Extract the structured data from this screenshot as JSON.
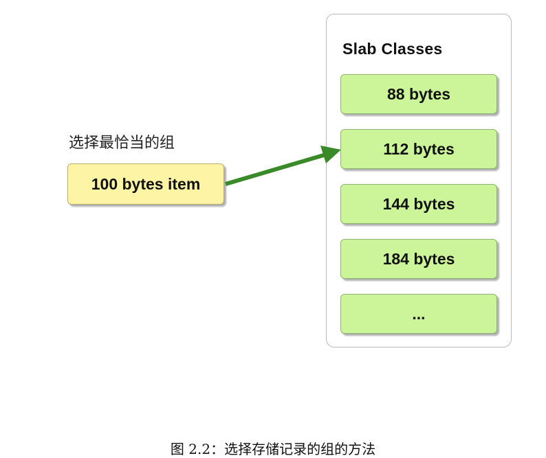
{
  "diagram": {
    "container_title": "Slab Classes",
    "slabs": [
      {
        "label": "88 bytes"
      },
      {
        "label": "112 bytes"
      },
      {
        "label": "144 bytes"
      },
      {
        "label": "184 bytes"
      },
      {
        "label": "..."
      }
    ],
    "item_label": "选择最恰当的组",
    "item_box": "100 bytes item",
    "arrow_target_index": 1,
    "colors": {
      "slab_fill": "#ccf59a",
      "item_fill": "#fdf4a6",
      "arrow": "#3a8a2a"
    }
  },
  "caption": "图 2.2：选择存储记录的组的方法"
}
